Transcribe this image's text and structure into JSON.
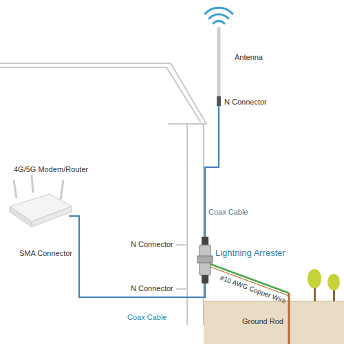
{
  "diagram": {
    "labels": [
      "Antenna",
      "N Connector",
      "4G/5G Modem/Router",
      "Coax Cable",
      "N Connector",
      "Lightning Arrester",
      "SMA Connector",
      "#10 AWG Copper Wire",
      "N Connector",
      "Coax Cable",
      "Ground Rod"
    ]
  }
}
